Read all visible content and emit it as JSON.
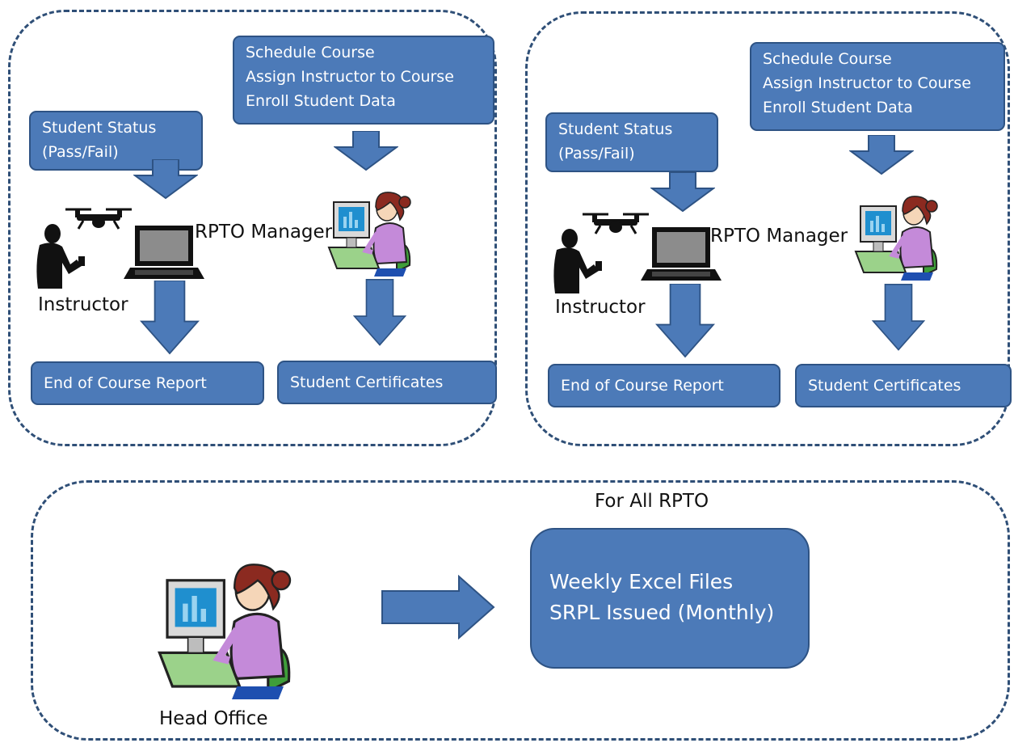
{
  "colors": {
    "accent": "#4c7ab8",
    "border": "#2e5384",
    "dashed": "#2f4f77"
  },
  "panels": [
    {
      "admin_box": {
        "lines": [
          "Schedule Course",
          "Assign Instructor to Course",
          "Enroll Student Data"
        ]
      },
      "status_box": {
        "lines": [
          "Student Status",
          "(Pass/Fail)"
        ]
      },
      "manager_label": "RPTO Manager",
      "instructor_label": "Instructor",
      "report_box": "End of Course Report",
      "certificates_box": "Student Certificates"
    },
    {
      "admin_box": {
        "lines": [
          "Schedule Course",
          "Assign Instructor to Course",
          "Enroll Student Data"
        ]
      },
      "status_box": {
        "lines": [
          "Student Status",
          "(Pass/Fail)"
        ]
      },
      "manager_label": "RPTO Manager",
      "instructor_label": "Instructor",
      "report_box": "End of Course Report",
      "certificates_box": "Student Certificates"
    }
  ],
  "bottom": {
    "title": "For All RPTO",
    "head_office_label": "Head Office",
    "output_box": {
      "lines": [
        "Weekly Excel Files",
        "SRPL Issued (Monthly)"
      ]
    }
  },
  "icons": [
    "drone-icon",
    "instructor-person-icon",
    "laptop-icon",
    "office-worker-icon",
    "down-arrow-icon",
    "right-arrow-icon"
  ]
}
